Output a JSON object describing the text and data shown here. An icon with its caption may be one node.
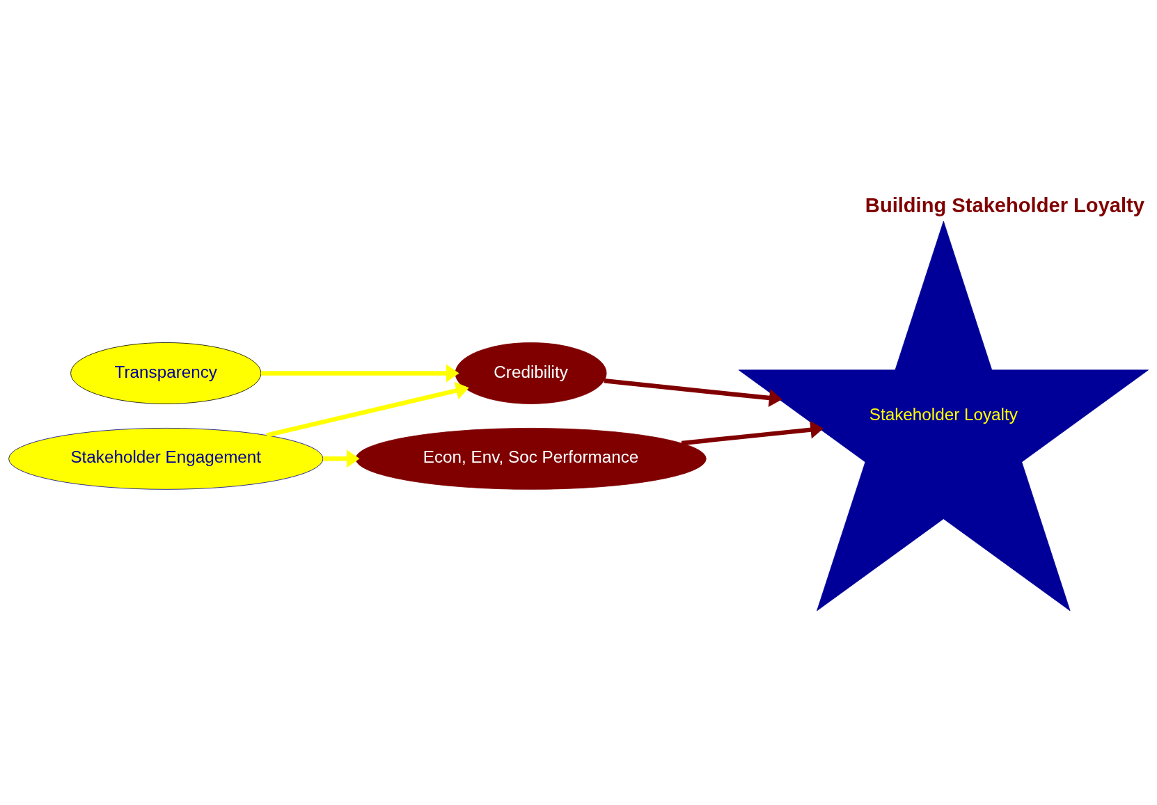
{
  "diagram": {
    "title": "Building Stakeholder Loyalty",
    "nodes": [
      {
        "text": [
          "Transparency"
        ]
      },
      {
        "text": [
          "Credibility"
        ]
      },
      {
        "text": [
          "Stakeholder Engagement"
        ]
      },
      {
        "text": [
          "Econ, Env, Soc Performance"
        ]
      },
      {
        "text": [
          "Stakeholder Loyalty"
        ]
      }
    ],
    "edges": [
      {
        "from": 0,
        "to": 1,
        "arrow": "to"
      },
      {
        "from": 2,
        "to": 1,
        "arrow": "to"
      },
      {
        "from": 2,
        "to": 3,
        "arrow": "to"
      },
      {
        "from": 1,
        "to": 4,
        "arrow": "to",
        "color": "#800000"
      },
      {
        "from": 3,
        "to": 4,
        "arrow": "to",
        "color": "#800000"
      }
    ]
  }
}
